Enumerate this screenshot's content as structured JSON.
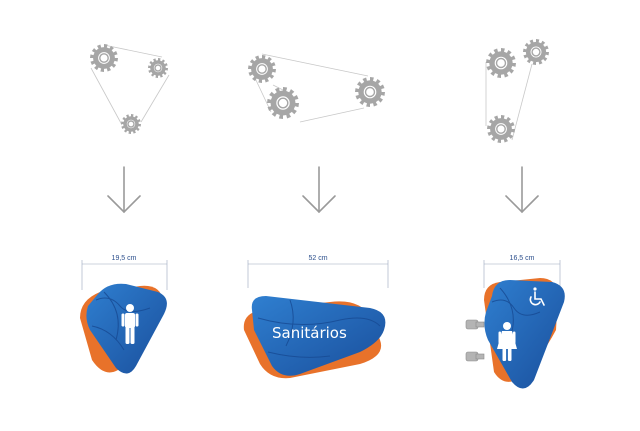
{
  "columns": [
    {
      "dimension": "19,5 cm",
      "pictogram": "man-icon"
    },
    {
      "dimension": "52 cm",
      "sign_text": "Sanitários"
    },
    {
      "dimension": "16,5 cm",
      "pictogram": "woman-icon",
      "extra_pictogram": "wheelchair-icon"
    }
  ],
  "colors": {
    "gear": "#a6a6a6",
    "belt": "#c8c8c8",
    "arrow": "#9a9a9a",
    "sign_blue": "#1f5fae",
    "sign_blue_light": "#2f7fd0",
    "sign_orange": "#e8722a",
    "dimension": "#2c4f8c",
    "mount": "#b4b4b4"
  }
}
